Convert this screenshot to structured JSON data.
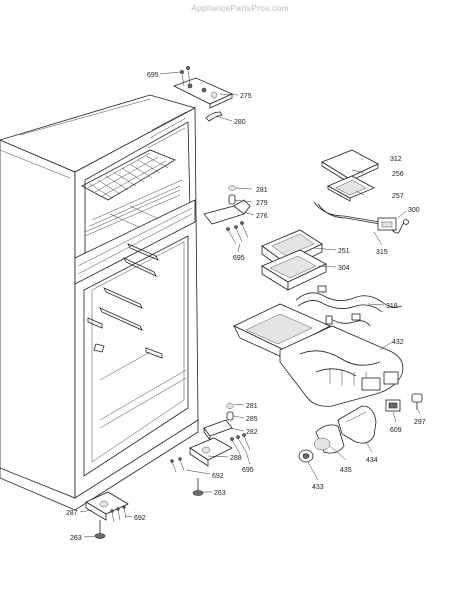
{
  "watermark": "AppliancePartsPros.com",
  "part_labels": {
    "p695a": "695",
    "p275": "275",
    "p280": "280",
    "p281a": "281",
    "p279": "279",
    "p276": "276",
    "p695b": "695",
    "p312": "312",
    "p256": "256",
    "p257": "257",
    "p300": "300",
    "p251": "251",
    "p304": "304",
    "p315": "315",
    "p318": "318",
    "p432": "432",
    "p281b": "281",
    "p285": "285",
    "p282": "282",
    "p609": "609",
    "p297": "297",
    "p288": "288",
    "p692a": "692",
    "p695c": "695",
    "p263a": "263",
    "p435": "435",
    "p434": "434",
    "p433": "433",
    "p287": "287",
    "p692b": "692",
    "p263b": "263"
  }
}
